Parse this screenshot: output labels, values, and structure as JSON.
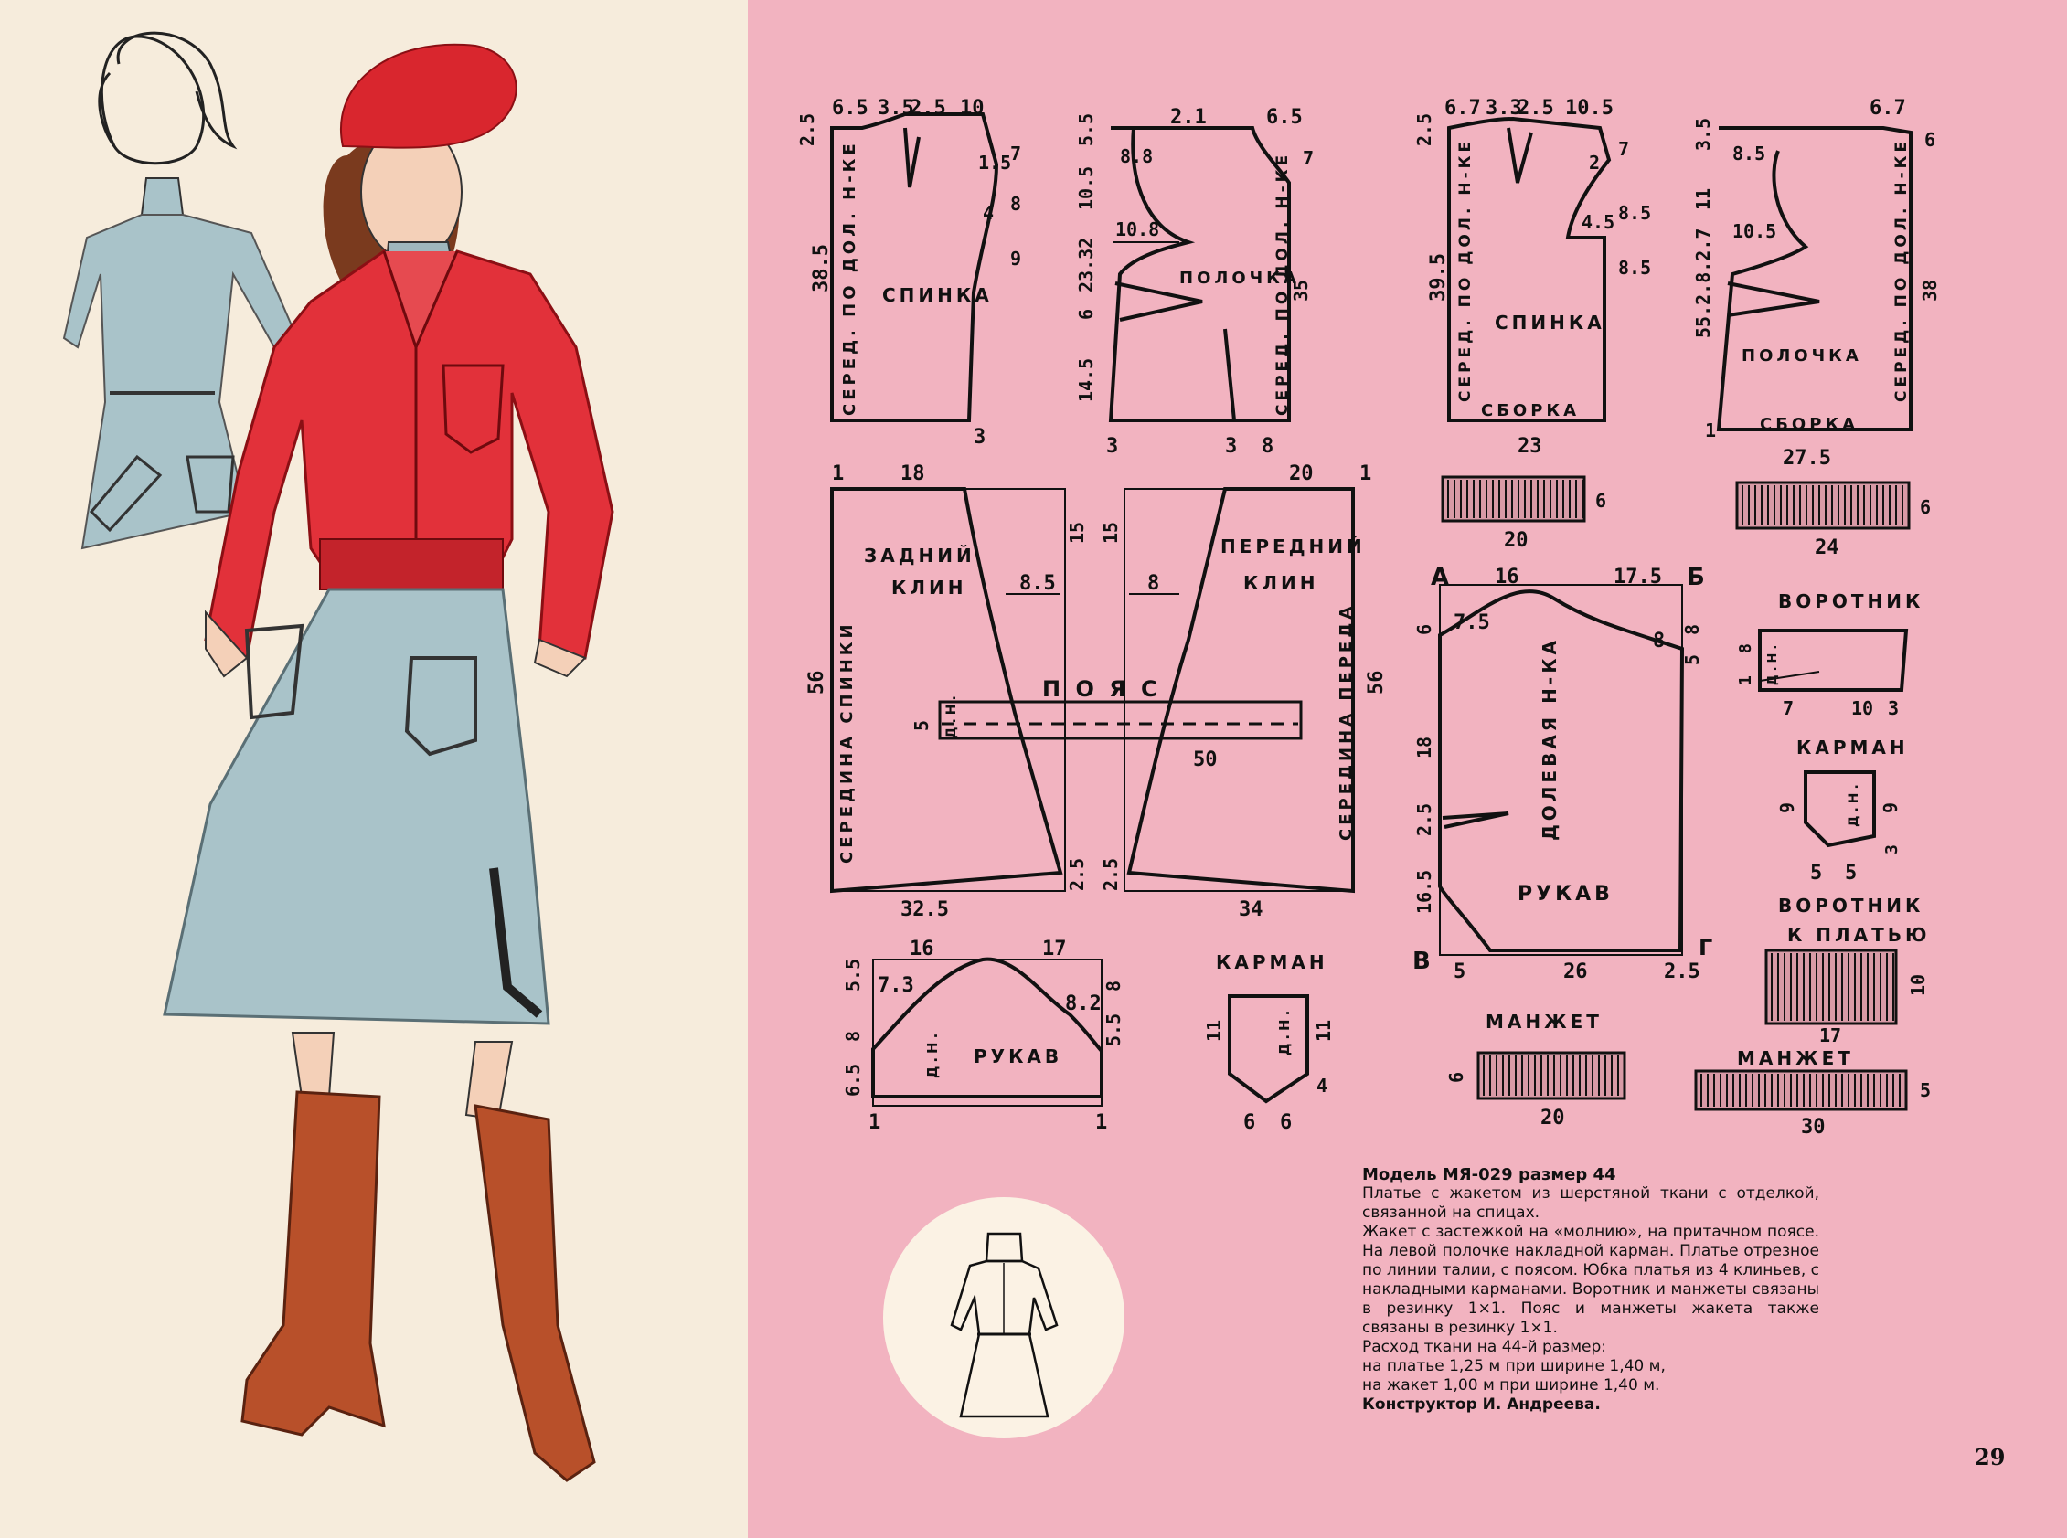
{
  "model_title": "Модель МЯ-029 размер 44",
  "description": [
    "Платье с жакетом из шерстяной ткани с отделкой, связанной на спицах.",
    "Жакет с застежкой на «молнию», на притачном поясе. На левой полочке накладной карман. Платье отрезное по линии талии, с поясом. Юбка платья из 4 клиньев, с накладными карманами. Воротник и манжеты связаны в резинку 1×1. Пояс и манжеты жакета также связаны в резинку 1×1.",
    "Расход ткани на 44-й размер:",
    "на платье 1,25 м при ширине 1,40 м,",
    "на жакет 1,00 м при ширине 1,40 м."
  ],
  "author": "Конструктор И. Андреева.",
  "page_number": "29",
  "labels": {
    "back_dress": "СПИНКА",
    "front_dress": "ПОЛОЧКА",
    "back_jacket": "СПИНКА",
    "front_jacket": "ПОЛОЧКА",
    "gather1": "СБОРКА",
    "gather2": "СБОРКА",
    "back_panel_1": "ЗАДНИЙ",
    "back_panel_2": "КЛИН",
    "front_panel_1": "ПЕРЕДНИЙ",
    "front_panel_2": "КЛИН",
    "belt": "П О Я С",
    "center_back": "СЕРЕДИНА СПИНКИ",
    "center_front": "СЕРЕДИНА ПЕРЕДА",
    "sleeve_dress": "РУКАВ",
    "sleeve_jacket": "РУКАВ",
    "lobar_line": "ДОЛЕВАЯ Н-КА",
    "pocket_dress": "КАРМАН",
    "pocket_jacket": "КАРМАН",
    "collar_jacket": "ВОРОТНИК",
    "collar_dress_1": "ВОРОТНИК",
    "collar_dress_2": "К ПЛАТЬЮ",
    "cuff_dress": "МАНЖЕТ",
    "cuff_jacket": "МАНЖЕТ",
    "grain_back_dress": "СЕРЕД. ПО ДОЛ. Н-КЕ",
    "grain_front_dress": "СЕРЕД. ПО ДОЛ. Н-КЕ",
    "grain_back_jacket": "СЕРЕД. ПО ДОЛ. Н-КЕ",
    "grain_front_jacket": "СЕРЕД. ПО ДОЛ. Н-КЕ",
    "dn": "Д.Н."
  },
  "measurements": {
    "bd_top": [
      "6.5",
      "3.5",
      "2.5",
      "10"
    ],
    "bd_left": [
      "2.5",
      "38.5"
    ],
    "bd_right": [
      "1.5",
      "7",
      "4",
      "8",
      "9"
    ],
    "bd_bottom": "3",
    "fd_top": [
      "2.1",
      "6.5"
    ],
    "fd_left": [
      "5.5",
      "10.5",
      "23.32",
      "6",
      "14.5"
    ],
    "fd_inner": [
      "8.8",
      "10.8"
    ],
    "fd_right": [
      "7",
      "35"
    ],
    "fd_bottom": [
      "3",
      "3",
      "8"
    ],
    "bj_top": [
      "6.7",
      "3.3",
      "2.5",
      "10.5"
    ],
    "bj_left": [
      "2.5",
      "39.5"
    ],
    "bj_right": [
      "2",
      "7",
      "4.5",
      "8.5",
      "8.5"
    ],
    "bj_bottom": "23",
    "fj_top": "6.7",
    "fj_left": [
      "3.5",
      "11",
      "55.2.8.2.7"
    ],
    "fj_inner": [
      "8.5",
      "10.5"
    ],
    "fj_right": [
      "6",
      "38"
    ],
    "fj_bottom": "27.5",
    "fj_one": "1",
    "rib1_w": "20",
    "rib1_h": "6",
    "rib2_w": "24",
    "rib2_h": "6",
    "skirt_b_top": [
      "1",
      "18"
    ],
    "skirt_b_side": [
      "15",
      "8.5"
    ],
    "skirt_b_left": "56",
    "skirt_b_bottom": [
      "32.5",
      "2.5"
    ],
    "skirt_f_top": [
      "20",
      "1"
    ],
    "skirt_f_side": [
      "15",
      "8"
    ],
    "skirt_f_right": "56",
    "skirt_f_bottom": [
      "34",
      "2.5"
    ],
    "belt_w": "50",
    "belt_h": "5",
    "sj_top": [
      "А",
      "16",
      "17.5",
      "Б"
    ],
    "sj_left": [
      "7.5",
      "6",
      "18",
      "2.5",
      "16.5"
    ],
    "sj_right": [
      "8",
      "5",
      "8"
    ],
    "sj_bottom": [
      "В",
      "5",
      "26",
      "2.5",
      "Г"
    ],
    "sd_top": [
      "16",
      "17"
    ],
    "sd_left": [
      "5.5",
      "7.3",
      "8",
      "6.5"
    ],
    "sd_right": [
      "8.2",
      "8",
      "5.5"
    ],
    "sd_bottom": [
      "1",
      "1"
    ],
    "pd": [
      "11",
      "11",
      "4",
      "6",
      "6"
    ],
    "cj": [
      "8",
      "1",
      "7",
      "10",
      "3"
    ],
    "pj": [
      "9",
      "9",
      "3",
      "5",
      "5"
    ],
    "cd_w": "17",
    "cd_h": "10",
    "cuffd_w": "20",
    "cuffd_h": "6",
    "cuffj_w": "30",
    "cuffj_h": "5"
  },
  "colors": {
    "left_page": "#f6ecdc",
    "right_page": "#f2b3c0",
    "jacket": "#e2313a",
    "skirt": "#a9c3c9",
    "boots": "#b8502a",
    "hair": "#7a3a1e"
  }
}
